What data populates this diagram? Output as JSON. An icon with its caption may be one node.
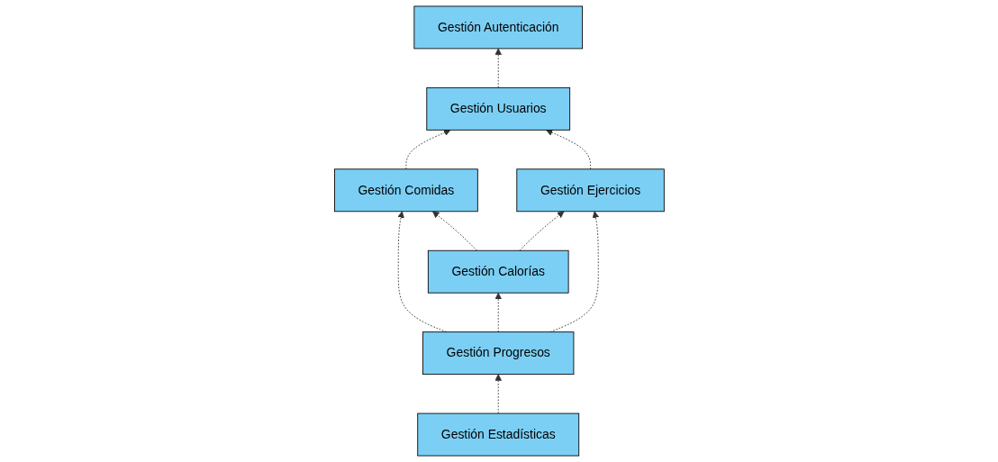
{
  "diagram": {
    "nodes": [
      {
        "text": [
          "Gestión Autenticación"
        ]
      },
      {
        "text": [
          "Gestión Usuarios"
        ]
      },
      {
        "text": [
          "Gestión Comidas"
        ]
      },
      {
        "text": [
          "Gestión Estadísticas"
        ]
      },
      {
        "text": [
          "Gestión Ejercicios"
        ]
      },
      {
        "text": [
          "Gestión Calorías"
        ]
      },
      {
        "text": [
          "Gestión Progresos"
        ]
      }
    ],
    "edges": [
      {
        "from": 1,
        "to": 0,
        "arrow": "to",
        "style": "dashed"
      },
      {
        "from": 2,
        "to": 1,
        "arrow": "to",
        "style": "dashed"
      },
      {
        "from": 4,
        "to": 1,
        "arrow": "to",
        "style": "dashed"
      },
      {
        "from": 5,
        "to": 2,
        "arrow": "to",
        "style": "dashed"
      },
      {
        "from": 6,
        "to": 2,
        "arrow": "to",
        "style": "dashed"
      },
      {
        "from": 3,
        "to": 6,
        "arrow": "to",
        "style": "dashed"
      },
      {
        "from": 5,
        "to": 4,
        "arrow": "to",
        "style": "dashed"
      },
      {
        "from": 6,
        "to": 5,
        "arrow": "to",
        "style": "dashed"
      },
      {
        "from": 6,
        "to": 4,
        "arrow": "to",
        "style": "dashed"
      }
    ]
  }
}
